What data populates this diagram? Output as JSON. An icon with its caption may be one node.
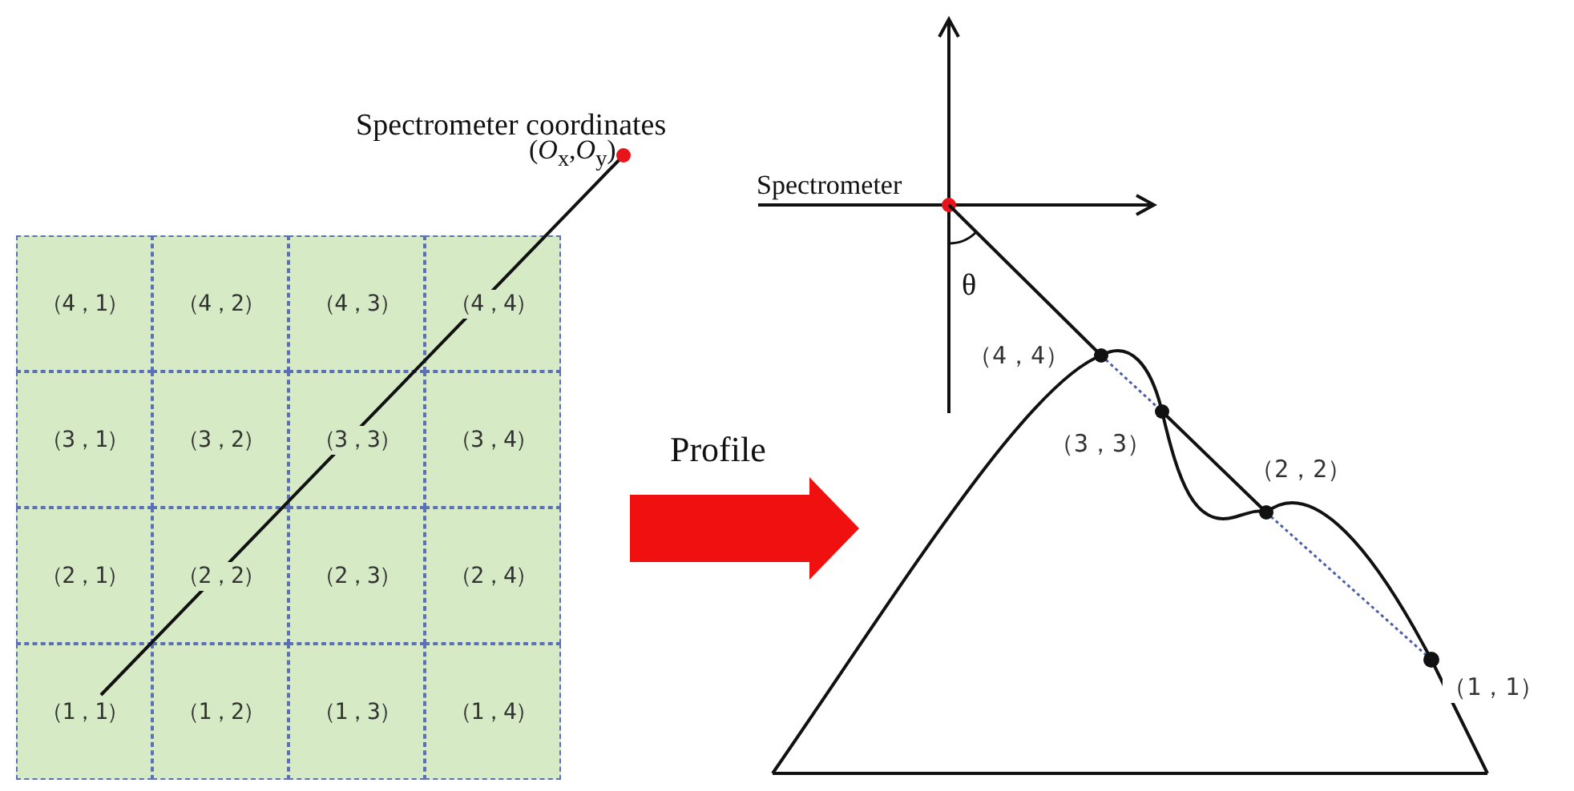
{
  "diagram": {
    "nodes": [
      {
        "text": [
          "（4，1）"
        ]
      },
      {
        "text": [
          "（4，2）"
        ]
      },
      {
        "text": [
          "（4，3）"
        ]
      },
      {
        "text": [
          "（4，4）"
        ]
      },
      {
        "text": [
          "（3，1）"
        ]
      },
      {
        "text": [
          "（3，2）"
        ]
      },
      {
        "text": [
          "（3，3）"
        ]
      },
      {
        "text": [
          "（3，4）"
        ]
      },
      {
        "text": [
          "（2，1）"
        ]
      },
      {
        "text": [
          "（2，2）"
        ]
      },
      {
        "text": [
          "（2，3）"
        ]
      },
      {
        "text": [
          "（2，4）"
        ]
      },
      {
        "text": [
          "（1，1）"
        ]
      },
      {
        "text": [
          "（1，2）"
        ]
      },
      {
        "text": [
          "（1，3）"
        ]
      },
      {
        "text": [
          "（1，4）"
        ]
      }
    ],
    "labels": [
      "Spectrometer coordinates",
      "(*O*$_{x}$,*O*$_{y}$)",
      "Spectrometer",
      "θ",
      "Profile",
      "（4，4）",
      "（3，3）",
      "（2，2）",
      "（1，1）"
    ]
  }
}
